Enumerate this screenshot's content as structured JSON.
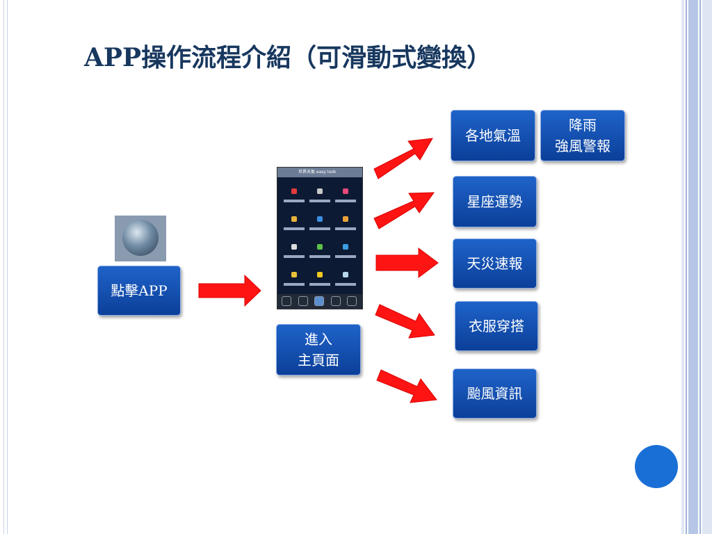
{
  "title": "APP操作流程介紹（可滑動式變換）",
  "start": {
    "label": "點擊APP"
  },
  "home": {
    "label": "進入\n主頁面"
  },
  "features": [
    {
      "label": "各地氣溫"
    },
    {
      "label": "降雨\n強風警報"
    },
    {
      "label": "星座運勢"
    },
    {
      "label": "天災速報"
    },
    {
      "label": "衣服穿搭"
    },
    {
      "label": "颱風資訊"
    }
  ],
  "phone": {
    "header_text": "世界天氣 easy look"
  },
  "colors": {
    "title": "#17375e",
    "button": "#1256b8",
    "arrow": "#ff0000",
    "accent_circle": "#1a6fd6"
  }
}
